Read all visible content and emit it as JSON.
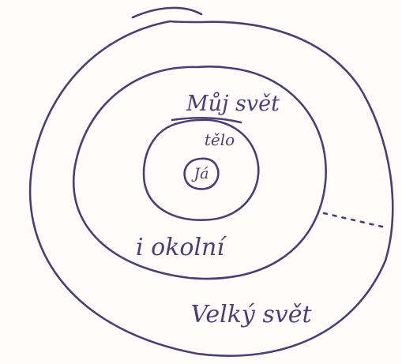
{
  "labels": {
    "self": "Já",
    "this_body": "tělo",
    "my_world": "Můj svět",
    "surroundings": "i okolní",
    "big_world": "Velký svět"
  },
  "colors": {
    "ink": "#4b3f72",
    "paper": "#fdfcfb"
  }
}
